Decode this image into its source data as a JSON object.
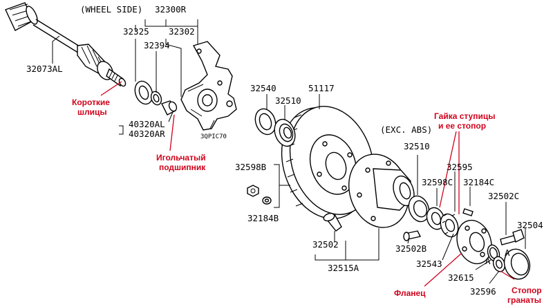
{
  "labels": {
    "wheel_side": "(WHEEL SIDE)",
    "p32300R": "32300R",
    "p32325": "32325",
    "p32302": "32302",
    "p32394": "32394",
    "p32073AL": "32073AL",
    "p40320AL": "40320AL",
    "p40320AR": "40320AR",
    "fig_code": "3QPIC70",
    "p32540": "32540",
    "p51117": "51117",
    "p32510a": "32510",
    "exc_abs": "(EXC. ABS)",
    "p32510b": "32510",
    "p32598B": "32598B",
    "p32184B": "32184B",
    "p32595": "32595",
    "p32598C": "32598C",
    "p32184C": "32184C",
    "p32502C": "32502C",
    "p32504": "32504",
    "p32502": "32502",
    "p32502B": "32502B",
    "p32543": "32543",
    "p32515A": "32515A",
    "p32615": "32615",
    "p32596": "32596",
    "marker_a1": "A",
    "marker_a2": "A"
  },
  "annotations": {
    "splines_line1": "Короткие",
    "splines_line2": "шлицы",
    "needle_line1": "Игольчатый",
    "needle_line2": "подшипник",
    "nut_line1": "Гайка ступицы",
    "nut_line2": "и ее стопор",
    "flange": "Фланец",
    "stopper_line1": "Стопор",
    "stopper_line2": "гранаты"
  },
  "colors": {
    "annotation": "#d0021b",
    "line": "#000000"
  }
}
